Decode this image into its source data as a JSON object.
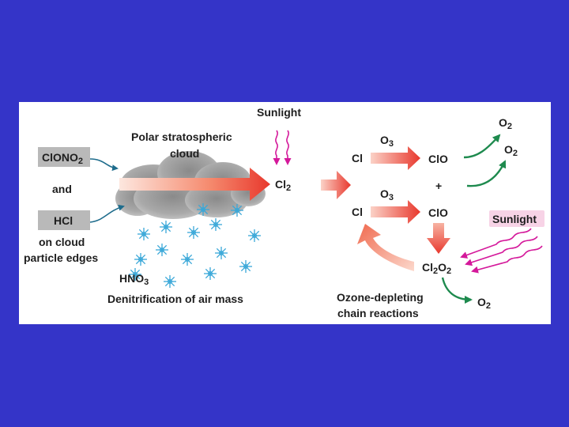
{
  "labels": {
    "clono2": "ClONO",
    "clono2_sub": "2",
    "and": "and",
    "hcl": "HCl",
    "cloud_edges_line1": "on cloud",
    "cloud_edges_line2": "particle edges",
    "psc_line1": "Polar stratospheric",
    "psc_line2": "cloud",
    "sunlight_top": "Sunlight",
    "cl2": "Cl",
    "cl2_sub": "2",
    "hno3": "HNO",
    "hno3_sub": "3",
    "denitrification": "Denitrification of air mass",
    "o3_top": "O",
    "o3_top_sub": "3",
    "o3_bottom": "O",
    "o3_bottom_sub": "3",
    "cl_top": "Cl",
    "cl_bottom": "Cl",
    "clo_top": "ClO",
    "clo_bottom": "ClO",
    "plus": "+",
    "o2_a": "O",
    "o2_a_sub": "2",
    "o2_b": "O",
    "o2_b_sub": "2",
    "o2_c": "O",
    "o2_c_sub": "2",
    "sunlight_right": "Sunlight",
    "cl2o2_a": "Cl",
    "cl2o2_a_sub": "2",
    "cl2o2_b": "O",
    "cl2o2_b_sub": "2",
    "chain_line1": "Ozone-depleting",
    "chain_line2": "chain reactions"
  },
  "colors": {
    "background": "#3434c8",
    "reactant_box": "#b9b9b9",
    "red_arrow": "#e8382d",
    "sunlight_arrow": "#d4189a",
    "sunlight_box": "#f7d3e6",
    "green_arrow": "#1e8a4e",
    "blue_arrow": "#1e6c8c",
    "crystal": "#39a7d8"
  }
}
